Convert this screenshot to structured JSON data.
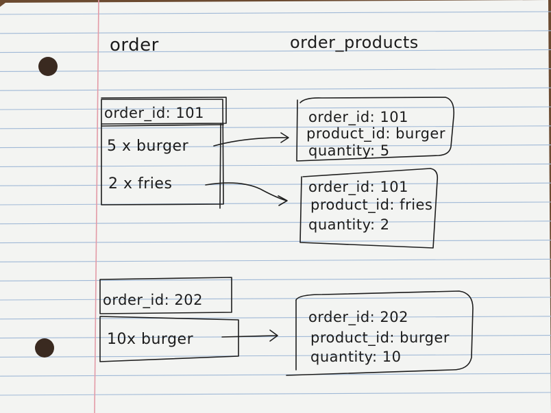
{
  "headings": {
    "order": "order",
    "order_products": "order_products"
  },
  "orders": [
    {
      "header": "order_id: 101",
      "lines": [
        "5 x burger",
        "2 x fries"
      ]
    },
    {
      "header": "order_id: 202",
      "lines": [
        "10x burger"
      ]
    }
  ],
  "order_products": [
    {
      "order_id": "order_id: 101",
      "product_id": "product_id: burger",
      "quantity": "quantity: 5"
    },
    {
      "order_id": "order_id: 101",
      "product_id": "product_id: fries",
      "quantity": "quantity: 2"
    },
    {
      "order_id": "order_id: 202",
      "product_id": "product_id: burger",
      "quantity": "quantity: 10"
    }
  ],
  "colors": {
    "paper": "#f4f5f3",
    "rule_line": "#9fb8d6",
    "margin_line": "#e39aa6",
    "ink": "#1c1c1c",
    "desk": "#6b4a30"
  }
}
